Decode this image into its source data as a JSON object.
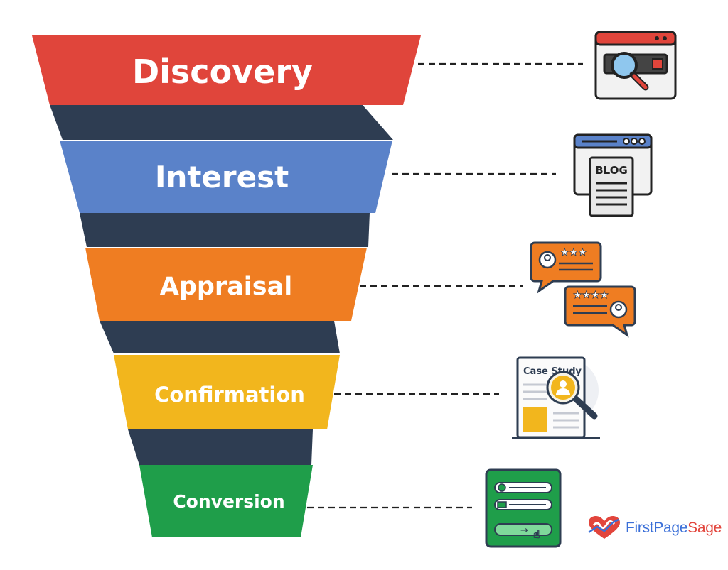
{
  "stages": [
    {
      "label": "Discovery",
      "color": "#e0453b",
      "icon": "browser-search-icon"
    },
    {
      "label": "Interest",
      "color": "#5a82c9",
      "icon": "blog-page-icon"
    },
    {
      "label": "Appraisal",
      "color": "#ef7d22",
      "icon": "review-bubbles-icon"
    },
    {
      "label": "Confirmation",
      "color": "#f2b61d",
      "icon": "case-study-icon"
    },
    {
      "label": "Conversion",
      "color": "#1f9e4a",
      "icon": "signup-form-icon"
    }
  ],
  "connector_color": "#2e3d52",
  "icons": {
    "blog_text": "BLOG",
    "case_study_text": "Case Study"
  },
  "brand": {
    "name_part1": "FirstPage",
    "name_part2": "Sage",
    "logo_icon": "heart-chart-logo-icon"
  }
}
